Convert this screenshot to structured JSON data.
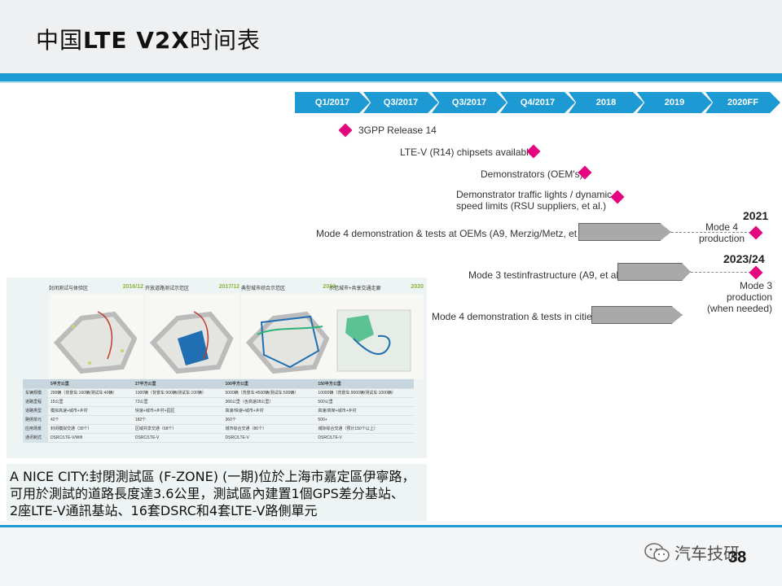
{
  "slide": {
    "title_prefix": "中国",
    "title_latin": "LTE V2X",
    "title_suffix": "时间表",
    "page_number": "38",
    "watermark_text": "汽车技研",
    "accent": "#1d9ad4",
    "marker_color": "#e4067e"
  },
  "timeline": {
    "periods": [
      "Q1/2017",
      "Q3/2017",
      "Q3/2017",
      "Q4/2017",
      "2018",
      "2019",
      "2020FF"
    ]
  },
  "milestones": [
    {
      "label": "3GPP Release 14"
    },
    {
      "label": "LTE-V (R14) chipsets available"
    },
    {
      "label": "Demonstrators (OEM's)"
    },
    {
      "label_line1": "Demonstrator traffic lights / dynamic",
      "label_line2": "speed limits (RSU suppliers, et al.)"
    }
  ],
  "tracks": [
    {
      "label": "Mode 4 demonstration & tests at OEMs (A9, Merzig/Metz, et al.)",
      "year": "2021",
      "end_line1": "Mode 4",
      "end_line2": "production"
    },
    {
      "label": "Mode 3 testinfrastructure (A9, et al.)",
      "year": "2023/24",
      "end_line1": "Mode 3 production",
      "end_line2": "(when needed)"
    },
    {
      "label": "Mode 4 demonstration & tests in cities"
    }
  ],
  "map_panels": [
    {
      "title": "封闭测试与体验区",
      "year": "2016/12"
    },
    {
      "title": "开放道路测试示范区",
      "year": "2017/12"
    },
    {
      "title": "典型城市综合示范区",
      "year": "2019"
    },
    {
      "title": "示范城市+共享交通走廊",
      "year": "2020"
    }
  ],
  "map_table": {
    "header": [
      "",
      "5平方公里",
      "27平方公里",
      "100平方公里",
      "150平方公里"
    ],
    "rows": [
      [
        "车辆规模",
        "200辆（背景车:160辆/测试车:40辆）",
        "1000辆（背景车:900辆/测试车:100辆）",
        "5000辆（背景车:4500辆/测试车:500辆）",
        "10000辆（背景车:9000辆/测试车:1000辆）"
      ],
      [
        "道路里程",
        "15公里",
        "73公里",
        "366公里（含高速28公里）",
        "500公里"
      ],
      [
        "道路类型",
        "模拟高速+城市+乡村",
        "快速+城市+乡村+园区",
        "高速/快速+城市+乡村",
        "高速/高架+城市+乡村"
      ],
      [
        "路侧单元",
        "42个",
        "182个",
        "360个",
        "500+"
      ],
      [
        "应用场景",
        "封闭模拟交通（30个）",
        "区域共享交通（68个）",
        "城市综合交通（86个）",
        "城际综合交通（预计150个以上）"
      ],
      [
        "通讯制式",
        "DSRC/LTE-V/Wifi",
        "DSRC/LTE-V",
        "DSRC/LTE-V",
        "DSRC/LTE-V"
      ]
    ]
  },
  "caption": {
    "line1": "A NICE CITY:封閉測試區 (F-ZONE) (一期)位於上海市嘉定區伊寧路，",
    "line2": "可用於測試的道路長度達3.6公里，測試區內建置1個GPS差分基站、",
    "line3": "2座LTE-V通訊基站、16套DSRC和4套LTE-V路側單元"
  }
}
